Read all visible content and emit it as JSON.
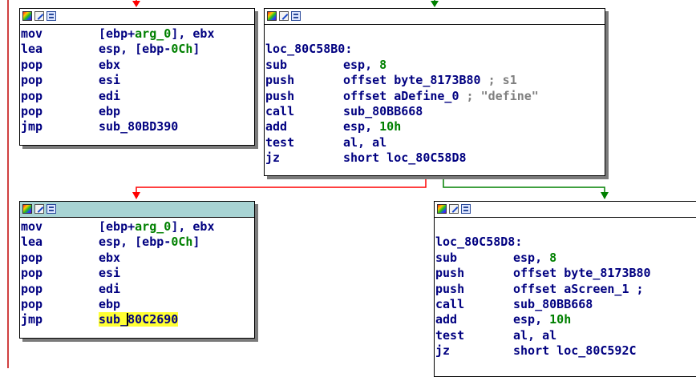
{
  "window": {
    "icons": [
      "colors-icon",
      "edit-icon",
      "graph-icon"
    ]
  },
  "colors": {
    "mnemonic": "#000080",
    "number": "#008000",
    "comment": "#808080",
    "highlight": "#ffff33",
    "edge_false": "#ff0000",
    "edge_true": "#008000",
    "edge_normal": "#c00000",
    "selected_header": "#a8d4d4"
  },
  "nodes": {
    "n1": {
      "lines": [
        {
          "mn": "mov",
          "op": "[ebp+",
          "op_g": "arg_0",
          "op_tail": "], ebx"
        },
        {
          "mn": "lea",
          "op": "esp, [ebp-",
          "op_g": "0Ch",
          "op_tail": "]"
        },
        {
          "mn": "pop",
          "op": "ebx"
        },
        {
          "mn": "pop",
          "op": "esi"
        },
        {
          "mn": "pop",
          "op": "edi"
        },
        {
          "mn": "pop",
          "op": "ebp"
        },
        {
          "mn": "jmp",
          "op": "sub_80BD390"
        }
      ]
    },
    "n2": {
      "label": "loc_80C58B0:",
      "lines": [
        {
          "mn": "sub",
          "op": "esp, ",
          "op_g": "8"
        },
        {
          "mn": "push",
          "op": "offset byte_8173B80 ",
          "op_c": "; s1"
        },
        {
          "mn": "push",
          "op": "offset aDefine_0 ",
          "op_c": "; \"define\""
        },
        {
          "mn": "call",
          "op": "sub_80BB668"
        },
        {
          "mn": "add",
          "op": "esp, ",
          "op_g": "10h"
        },
        {
          "mn": "test",
          "op": "al, al"
        },
        {
          "mn": "jz",
          "op": "short loc_80C58D8"
        }
      ]
    },
    "n3": {
      "lines": [
        {
          "mn": "mov",
          "op": "[ebp+",
          "op_g": "arg_0",
          "op_tail": "], ebx"
        },
        {
          "mn": "lea",
          "op": "esp, [ebp-",
          "op_g": "0Ch",
          "op_tail": "]"
        },
        {
          "mn": "pop",
          "op": "ebx"
        },
        {
          "mn": "pop",
          "op": "esi"
        },
        {
          "mn": "pop",
          "op": "edi"
        },
        {
          "mn": "pop",
          "op": "ebp"
        },
        {
          "mn": "jmp",
          "op_hl_a": "sub_",
          "op_hl_b": "80C2690"
        }
      ]
    },
    "n4": {
      "label": "loc_80C58D8:",
      "lines": [
        {
          "mn": "sub",
          "op": "esp, ",
          "op_g": "8"
        },
        {
          "mn": "push",
          "op": "offset byte_8173B80"
        },
        {
          "mn": "push",
          "op": "offset aScreen_1 ;"
        },
        {
          "mn": "call",
          "op": "sub_80BB668"
        },
        {
          "mn": "add",
          "op": "esp, ",
          "op_g": "10h"
        },
        {
          "mn": "test",
          "op": "al, al"
        },
        {
          "mn": "jz",
          "op": "short loc_80C592C"
        }
      ]
    }
  }
}
